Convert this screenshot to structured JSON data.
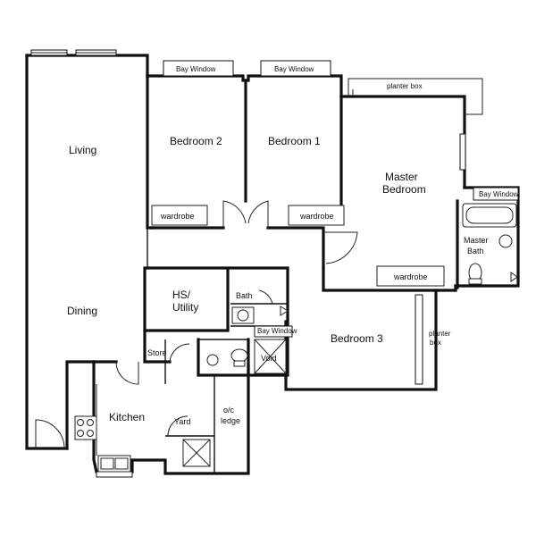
{
  "rooms": {
    "living": "Living",
    "dining": "Dining",
    "bedroom2": "Bedroom  2",
    "bedroom1": "Bedroom  1",
    "master_line1": "Master",
    "master_line2": "Bedroom",
    "bedroom3": "Bedroom  3",
    "hs_line1": "HS/",
    "hs_line2": "Utility",
    "kitchen": "Kitchen",
    "store": "Store",
    "yard": "Yard",
    "bath": "Bath",
    "master_bath_line1": "Master",
    "master_bath_line2": "Bath",
    "void": "Void",
    "oc_line1": "o/c",
    "oc_line2": "ledge"
  },
  "features": {
    "bay_window": "Bay Window",
    "planter_box": "planter box",
    "planter": "planter",
    "box": "box",
    "wardrobe": "wardrobe"
  }
}
